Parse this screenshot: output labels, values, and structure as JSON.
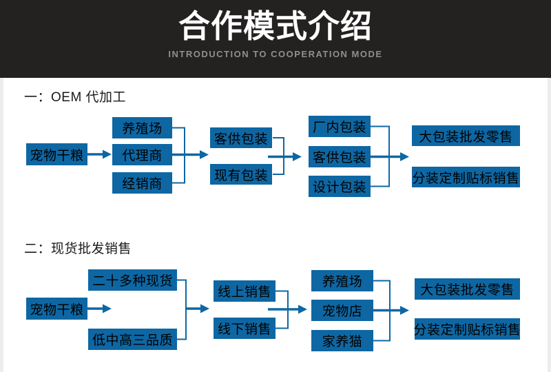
{
  "header": {
    "title": "合作模式介绍",
    "subtitle": "INTRODUCTION TO COOPERATION MODE"
  },
  "sections": [
    {
      "title": "一：OEM 代加工",
      "flow": {
        "source": "宠物干粮",
        "level2": [
          "养殖场",
          "代理商",
          "经销商"
        ],
        "level3": [
          "客供包装",
          "现有包装"
        ],
        "level4": [
          "厂内包装",
          "客供包装",
          "设计包装"
        ],
        "level5": [
          "大包装批发零售",
          "分装定制贴标销售"
        ]
      }
    },
    {
      "title": "二：现货批发销售",
      "flow": {
        "source": "宠物干粮",
        "level2": [
          "二十多种现货",
          "低中高三品质"
        ],
        "level3": [
          "线上销售",
          "线下销售"
        ],
        "level4": [
          "养殖场",
          "宠物店",
          "家养猫"
        ],
        "level5": [
          "大包装批发零售",
          "分装定制贴标销售"
        ]
      }
    }
  ],
  "colors": {
    "accent_blue": "#0e67a3",
    "header_bg": "#242121",
    "subtitle_gray": "#918e8e",
    "edge_gray": "#ededed"
  }
}
